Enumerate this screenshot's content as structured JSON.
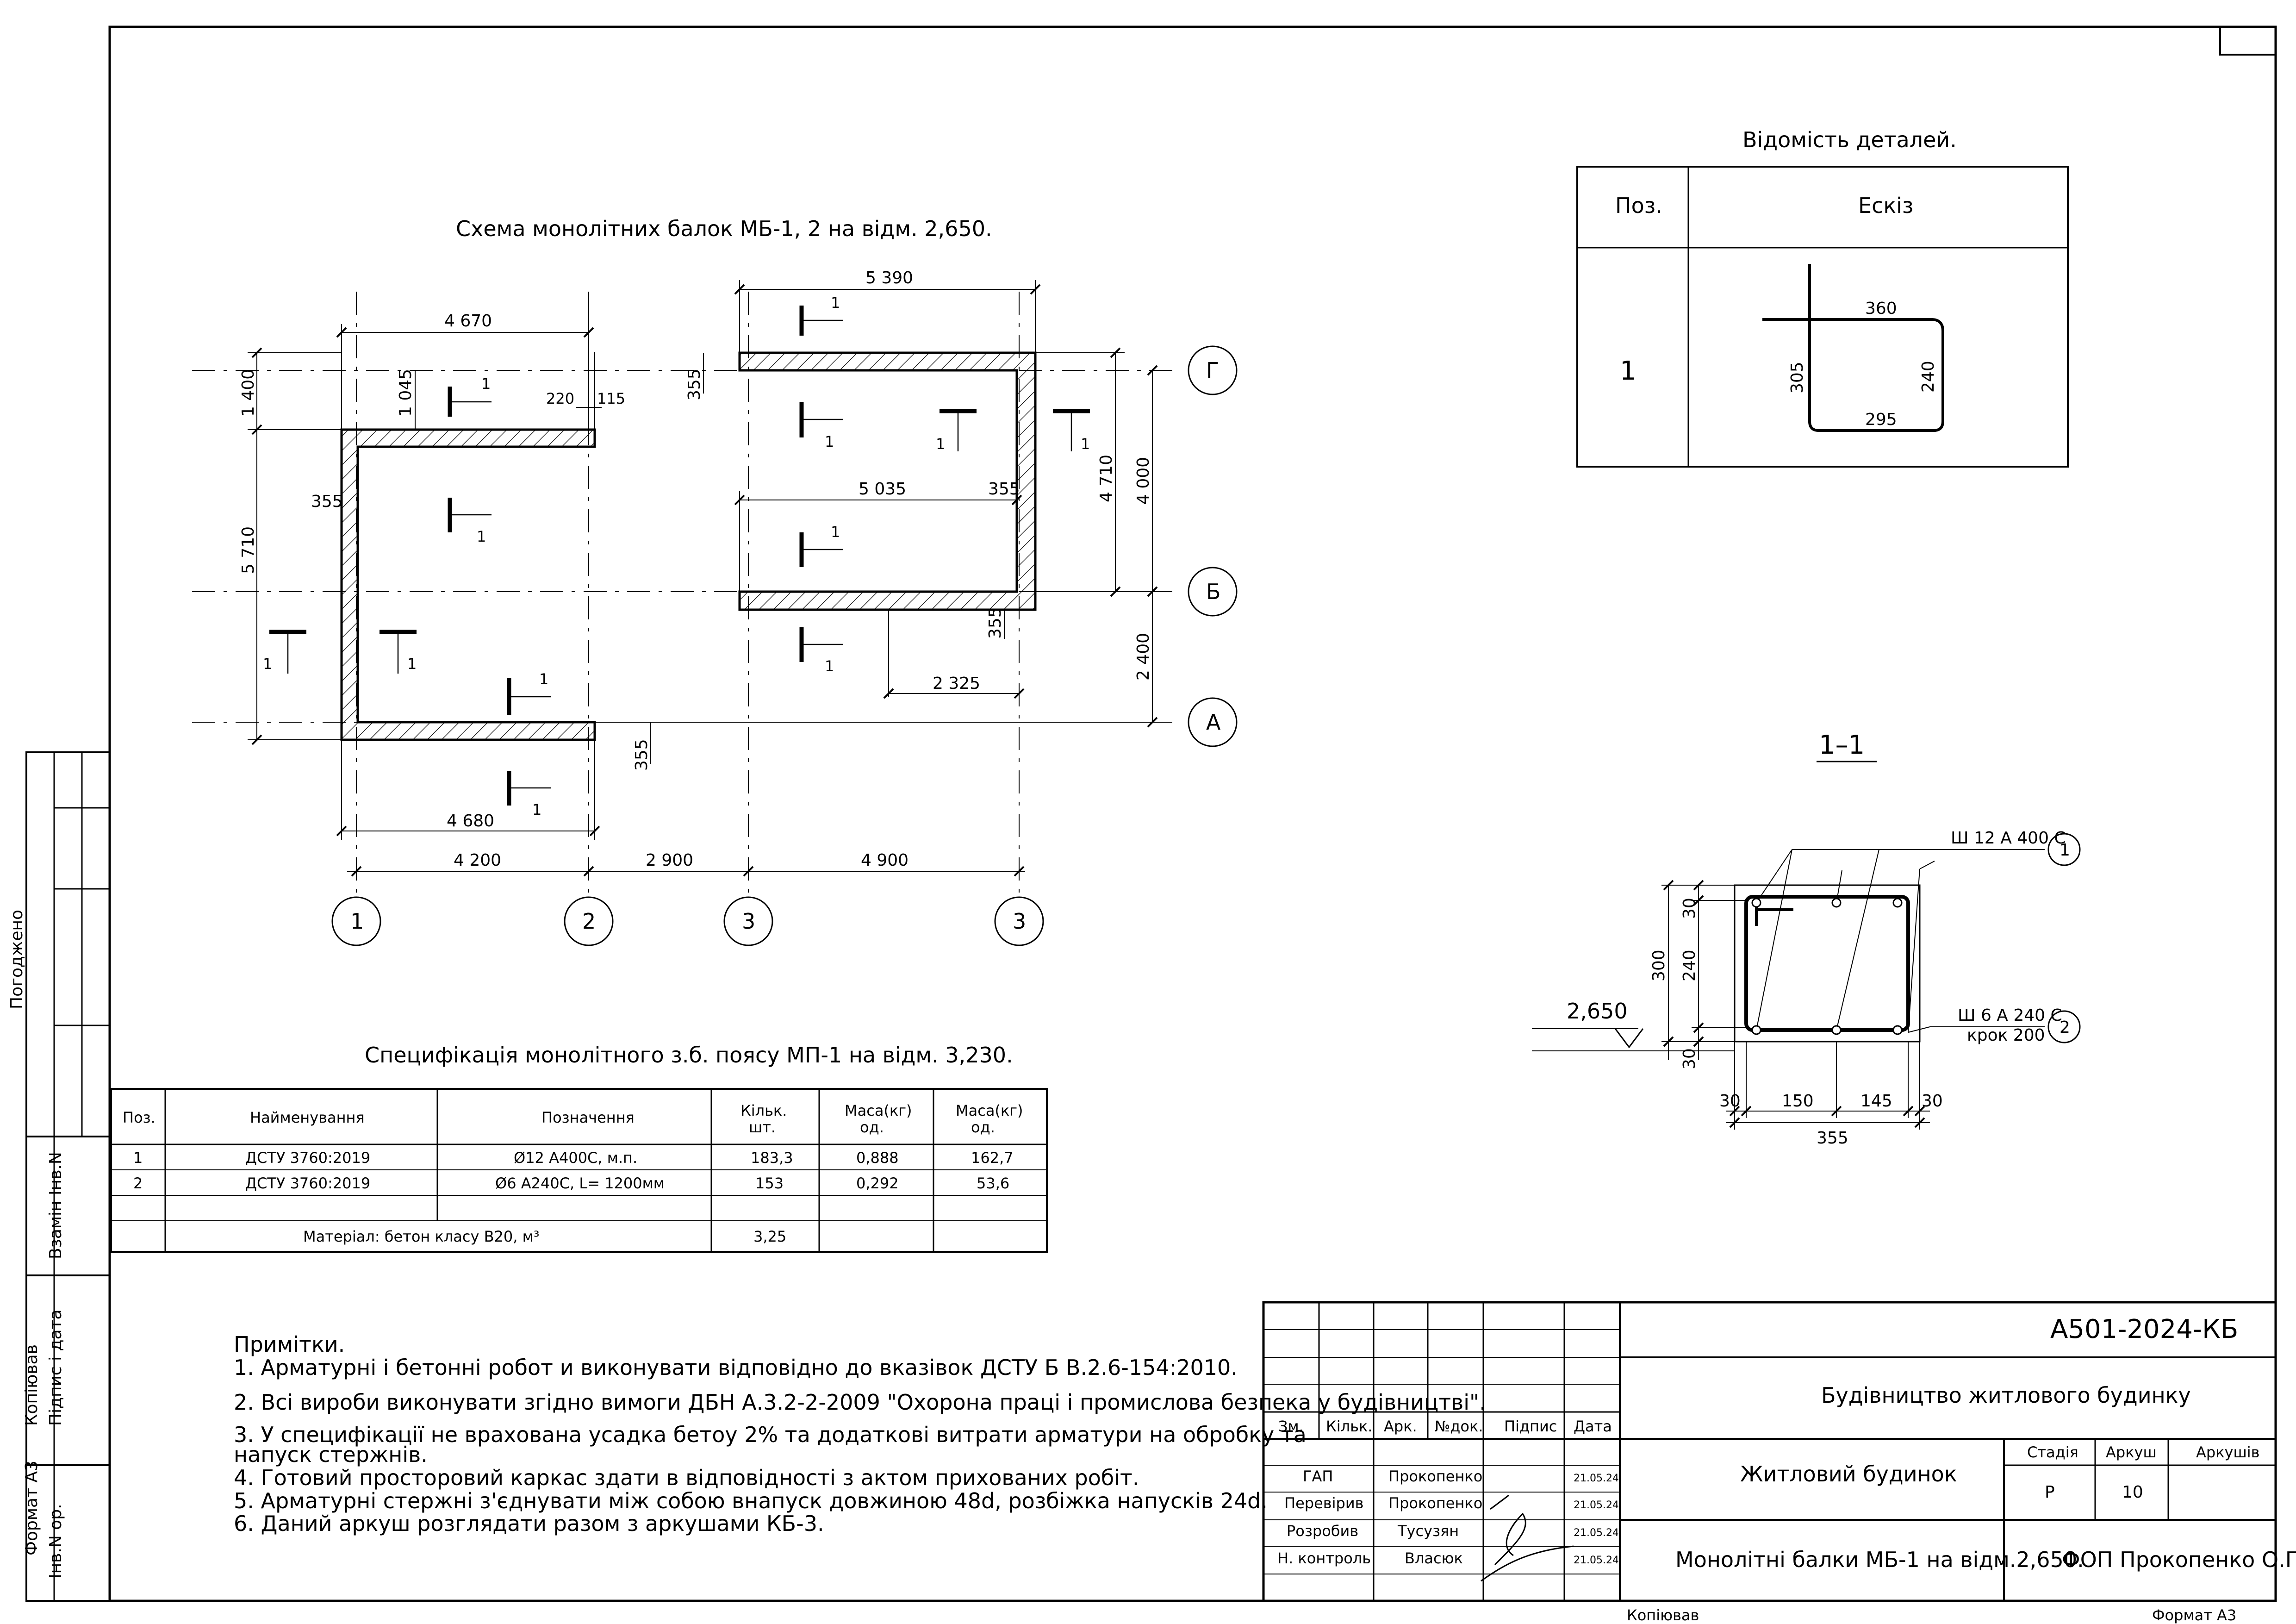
{
  "colors": {
    "ink": "#000000",
    "paper": "#ffffff"
  },
  "plan": {
    "title": "Схема монолітних балок МБ-1, 2 на відм. 2,650.",
    "dims": {
      "top_left": "4 670",
      "top_right": "5 390",
      "mid_right": "5 035",
      "d1400": "1 400",
      "d1045": "1 045",
      "d220": "220",
      "d115": "115",
      "d355a": "355",
      "d355b": "355",
      "d355c": "355",
      "d355d": "355",
      "d355e": "355",
      "d5710": "5 710",
      "d4710": "4 710",
      "d4000": "4 000",
      "d2400": "2 400",
      "d2325": "2 325",
      "bottom_left": "4 680",
      "axis12": "4 200",
      "axis23": "2 900",
      "axis33": "4 900"
    },
    "axes": {
      "g": "Г",
      "b": "Б",
      "a": "А",
      "n1": "1",
      "n2": "2",
      "n3a": "3",
      "n3b": "3"
    },
    "cut": "1"
  },
  "sketch": {
    "title": "Відомість деталей.",
    "col_pos": "Поз.",
    "col_sketch": "Ескіз",
    "pos": "1",
    "d360": "360",
    "d305": "305",
    "d240": "240",
    "d295": "295"
  },
  "section": {
    "title": "1–1",
    "level": "2,650",
    "rebar1": "Ш 12  А 400 С",
    "rebar2": "Ш 6  А 240 С",
    "step": "крок  200",
    "c1": "1",
    "c2": "2",
    "h300": "300",
    "h30a": "30",
    "h240": "240",
    "h30b": "30",
    "w30a": "30",
    "w150": "150",
    "w145": "145",
    "w30b": "30",
    "w355": "355"
  },
  "spec": {
    "title": "Специфікація монолітного з.б. поясу МП-1 на відм. 3,230.",
    "headers": {
      "pos": "Поз.",
      "name": "Найменування",
      "mark": "Позначення",
      "qty": "Кільк. шт.",
      "mass1": "Маса(кг) од.",
      "mass2": "Маса(кг) од."
    },
    "rows": [
      {
        "pos": "1",
        "name": "ДСТУ 3760:2019",
        "mark": "Ø12 А400С, м.п.",
        "qty": "183,3",
        "m1": "0,888",
        "m2": "162,7"
      },
      {
        "pos": "2",
        "name": "ДСТУ 3760:2019",
        "mark": "Ø6 А240С,  L= 1200мм",
        "qty": "153",
        "m1": "0,292",
        "m2": "53,6"
      }
    ],
    "material": "Матеріал: бетон класу В20, м³",
    "material_val": "3,25"
  },
  "notes": {
    "title": "Примітки.",
    "lines": [
      "1. Арматурні і бетонні робот и виконувати відповідно до вказівок ДСТУ Б В.2.6-154:2010.",
      "2. Всі вироби виконувати згідно вимоги ДБН А.3.2-2-2009 \"Охорона праці і промислова безпека у будівництві\".",
      "3. У специфікації не врахована усадка бетоу 2% та додаткові витрати арматури на обробку та",
      "напуск стержнів.",
      "4. Готовий просторовий каркас здати в відповідності з актом прихованих робіт.",
      "5. Арматурні стержні з'єднувати між собою внапуск довжиною 48d, розбіжка напусків 24d.",
      "6. Даний аркуш розглядати разом з аркушами КБ-3."
    ]
  },
  "stamp": {
    "code": "А501-2024-КБ",
    "project": "Будівництво житлового будинку",
    "building": "Житловий будинок",
    "sheet_title": "Монолітні балки  МБ-1 на відм.2,650.",
    "company": "ФОП Прокопенко О.П.",
    "h_izm": "Зм.",
    "h_kol": "Кільк.",
    "h_ark": "Арк.",
    "h_doc": "№док.",
    "h_sign": "Підпис",
    "h_date": "Дата",
    "stage_h": "Стадія",
    "sheet_h": "Аркуш",
    "sheets_h": "Аркушів",
    "stage": "Р",
    "sheet": "10",
    "rows": [
      {
        "role": "ГАП",
        "name": "Прокопенко",
        "date": "21.05.24"
      },
      {
        "role": "Перевірив",
        "name": "Прокопенко",
        "date": "21.05.24"
      },
      {
        "role": "Розробив",
        "name": "Тусузян",
        "date": "21.05.24"
      },
      {
        "role": "Н. контроль",
        "name": "Власюк",
        "date": "21.05.24"
      }
    ],
    "copied": "Копіював",
    "format": "Формат А3"
  },
  "side": {
    "agreed": "Погоджено",
    "inv_replace": "Взамін Інв.N",
    "sign_date": "Підпис і дата",
    "inv_orig": "Інв.N ор.",
    "copied": "Копіював",
    "format": "Формат А3"
  }
}
